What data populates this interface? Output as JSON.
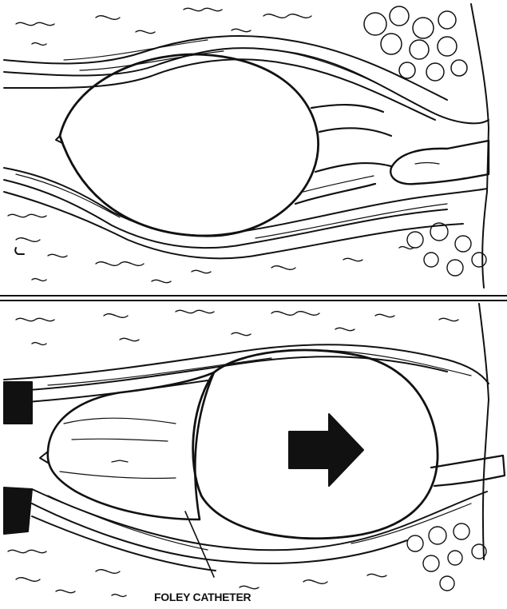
{
  "figure": {
    "panels": [
      {
        "id": "top",
        "description_visible_text": ""
      },
      {
        "id": "bottom",
        "description_visible_text": ""
      }
    ],
    "annotations": {
      "foley_label": "FOLEY CATHETER",
      "direction_arrow_icon": "arrow-right-icon"
    },
    "colors": {
      "ink": "#111111",
      "paper": "#ffffff"
    }
  }
}
